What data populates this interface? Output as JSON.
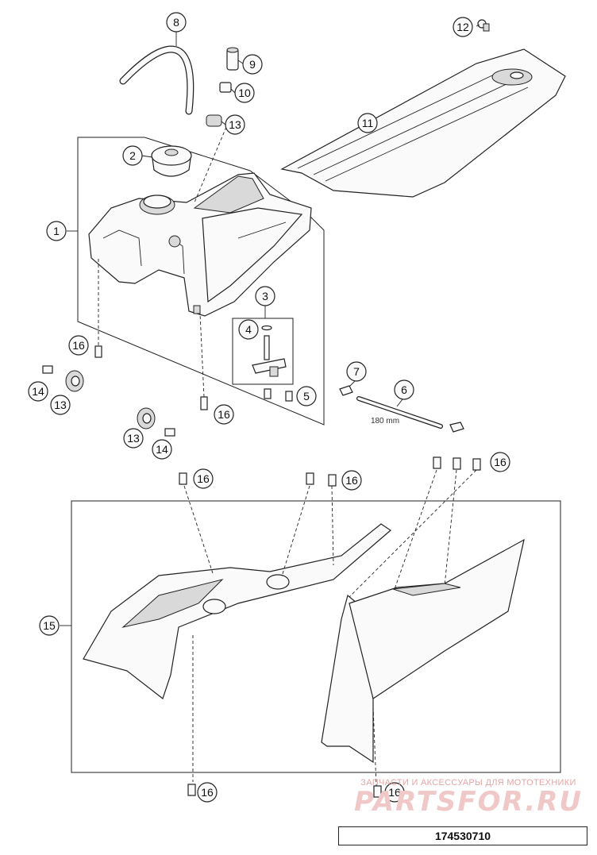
{
  "diagram": {
    "callouts": [
      {
        "id": "c1",
        "label": "1"
      },
      {
        "id": "c2",
        "label": "2"
      },
      {
        "id": "c3",
        "label": "3"
      },
      {
        "id": "c4",
        "label": "4"
      },
      {
        "id": "c5",
        "label": "5"
      },
      {
        "id": "c6",
        "label": "6"
      },
      {
        "id": "c7",
        "label": "7"
      },
      {
        "id": "c8",
        "label": "8"
      },
      {
        "id": "c9",
        "label": "9"
      },
      {
        "id": "c10",
        "label": "10"
      },
      {
        "id": "c11",
        "label": "11"
      },
      {
        "id": "c12",
        "label": "12"
      },
      {
        "id": "c13a",
        "label": "13"
      },
      {
        "id": "c13b",
        "label": "13"
      },
      {
        "id": "c13c",
        "label": "13"
      },
      {
        "id": "c14a",
        "label": "14"
      },
      {
        "id": "c14b",
        "label": "14"
      },
      {
        "id": "c15",
        "label": "15"
      },
      {
        "id": "c16a",
        "label": "16"
      },
      {
        "id": "c16b",
        "label": "16"
      },
      {
        "id": "c16c",
        "label": "16"
      },
      {
        "id": "c16d",
        "label": "16"
      },
      {
        "id": "c16e",
        "label": "16"
      },
      {
        "id": "c16f",
        "label": "16"
      },
      {
        "id": "c16g",
        "label": "16"
      }
    ],
    "hose_length": "180 mm"
  },
  "watermark": {
    "top_text": "ЗАПЧАСТИ И АКСЕССУАРЫ ДЛЯ МОТОТЕХНИКИ",
    "brand": "PARTSFOR.RU"
  },
  "drawing_number": "174530710",
  "colors": {
    "line": "#222222",
    "watermark": "#e6a5a5"
  }
}
